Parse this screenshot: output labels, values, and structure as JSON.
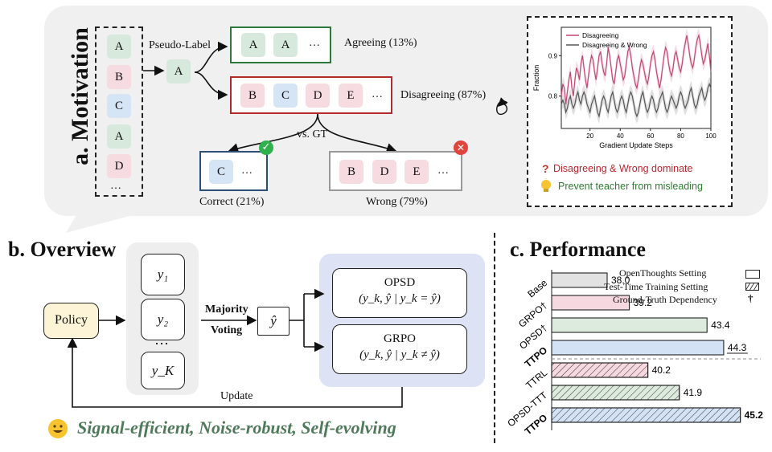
{
  "panel_a": {
    "title": "a. Motivation",
    "samples": [
      "A",
      "B",
      "C",
      "A",
      "D",
      "…"
    ],
    "pseudo_label_caption": "Pseudo-Label",
    "pseudo_label": "A",
    "agreeing_items": [
      "A",
      "A",
      "…"
    ],
    "agreeing_label": "Agreeing (13%)",
    "disagreeing_items": [
      "B",
      "C",
      "D",
      "E",
      "…"
    ],
    "disagreeing_label": "Disagreeing (87%)",
    "vs_gt": "vs. GT",
    "correct_items": [
      "C",
      "…"
    ],
    "correct_label": "Correct (21%)",
    "wrong_items": [
      "B",
      "D",
      "E",
      "…"
    ],
    "wrong_label": "Wrong (79%)",
    "note_question": "Disagreeing & Wrong dominate",
    "note_idea": "Prevent teacher from misleading"
  },
  "chart_data": [
    {
      "type": "line",
      "xlabel": "Gradient Update Steps",
      "ylabel": "Fraction",
      "xlim": [
        1,
        100
      ],
      "ylim": [
        0.72,
        0.97
      ],
      "x_ticks": [
        "20",
        "40",
        "60",
        "80",
        "100"
      ],
      "y_ticks": [
        "0.8",
        "0.9"
      ],
      "legend": "top-left",
      "series": [
        {
          "name": "Disagreeing",
          "color": "#c4466e",
          "values": [
            0.8,
            0.83,
            0.82,
            0.78,
            0.81,
            0.84,
            0.86,
            0.82,
            0.8,
            0.84,
            0.87,
            0.86,
            0.84,
            0.88,
            0.9,
            0.87,
            0.84,
            0.82,
            0.85,
            0.88,
            0.9,
            0.89,
            0.86,
            0.84,
            0.87,
            0.9,
            0.91,
            0.88,
            0.86,
            0.85,
            0.88,
            0.92,
            0.9,
            0.87,
            0.84,
            0.83,
            0.86,
            0.89,
            0.9,
            0.88,
            0.86,
            0.84,
            0.85,
            0.88,
            0.91,
            0.92,
            0.9,
            0.87,
            0.85,
            0.83,
            0.82,
            0.84,
            0.87,
            0.89,
            0.88,
            0.86,
            0.84,
            0.83,
            0.85,
            0.88,
            0.9,
            0.91,
            0.89,
            0.86,
            0.84,
            0.82,
            0.84,
            0.87,
            0.9,
            0.92,
            0.91,
            0.88,
            0.86,
            0.85,
            0.87,
            0.9,
            0.91,
            0.89,
            0.87,
            0.86,
            0.88,
            0.91,
            0.93,
            0.95,
            0.93,
            0.9,
            0.88,
            0.87,
            0.89,
            0.92,
            0.94,
            0.95,
            0.93,
            0.9,
            0.88,
            0.89,
            0.91,
            0.93,
            0.9,
            0.86
          ]
        },
        {
          "name": "Disagreeing & Wrong",
          "color": "#555555",
          "values": [
            0.78,
            0.79,
            0.78,
            0.76,
            0.77,
            0.79,
            0.8,
            0.78,
            0.77,
            0.78,
            0.8,
            0.81,
            0.79,
            0.78,
            0.8,
            0.81,
            0.8,
            0.78,
            0.77,
            0.76,
            0.78,
            0.79,
            0.8,
            0.78,
            0.76,
            0.75,
            0.77,
            0.79,
            0.8,
            0.79,
            0.77,
            0.76,
            0.78,
            0.8,
            0.81,
            0.79,
            0.77,
            0.76,
            0.77,
            0.79,
            0.8,
            0.79,
            0.77,
            0.76,
            0.78,
            0.8,
            0.81,
            0.8,
            0.78,
            0.76,
            0.75,
            0.76,
            0.78,
            0.8,
            0.81,
            0.79,
            0.77,
            0.76,
            0.77,
            0.79,
            0.8,
            0.79,
            0.77,
            0.76,
            0.77,
            0.79,
            0.8,
            0.81,
            0.79,
            0.77,
            0.76,
            0.77,
            0.79,
            0.8,
            0.79,
            0.78,
            0.77,
            0.78,
            0.8,
            0.81,
            0.8,
            0.78,
            0.77,
            0.78,
            0.79,
            0.81,
            0.82,
            0.8,
            0.78,
            0.77,
            0.78,
            0.8,
            0.81,
            0.82,
            0.8,
            0.79,
            0.8,
            0.82,
            0.83,
            0.82
          ]
        }
      ]
    },
    {
      "type": "bar",
      "title": "c. Performance",
      "orientation": "horizontal",
      "categories": [
        "Base",
        "GRPO†",
        "OPSD†",
        "TTPO",
        "TTRL",
        "OPSD-TTT",
        "TTPO"
      ],
      "values": [
        38.0,
        39.2,
        43.4,
        44.3,
        40.2,
        41.9,
        45.2
      ],
      "value_labels": [
        "38.0",
        "39.2",
        "43.4",
        "44.3",
        "40.2",
        "41.9",
        "45.2"
      ],
      "colors": [
        "#e2e2e2",
        "#f6d9e0",
        "#dcebdd",
        "#d3e3f5",
        "#f6d9e0",
        "#dcebdd",
        "#d3e3f5"
      ],
      "hatched": [
        false,
        false,
        false,
        false,
        true,
        true,
        true
      ],
      "xlim": [
        36,
        46
      ],
      "legend": [
        "OpenThoughts Setting",
        "Test-Time Training Setting",
        "Ground-Truth Dependency"
      ],
      "legend_position": "top-right"
    }
  ],
  "panel_b": {
    "title": "b. Overview",
    "policy": "Policy",
    "responses": [
      "y₁",
      "y₂",
      "⋯",
      "y_K"
    ],
    "voting_line1": "Majority",
    "voting_line2": "Voting",
    "yhat": "ŷ",
    "opsd_title": "OPSD",
    "opsd_condition": "(y_k, ŷ | y_k = ŷ)",
    "grpo_title": "GRPO",
    "grpo_condition": "(y_k, ŷ | y_k ≠ ŷ)",
    "update": "Update",
    "tagline": "Signal-efficient, Noise-robust, Self-evolving"
  }
}
